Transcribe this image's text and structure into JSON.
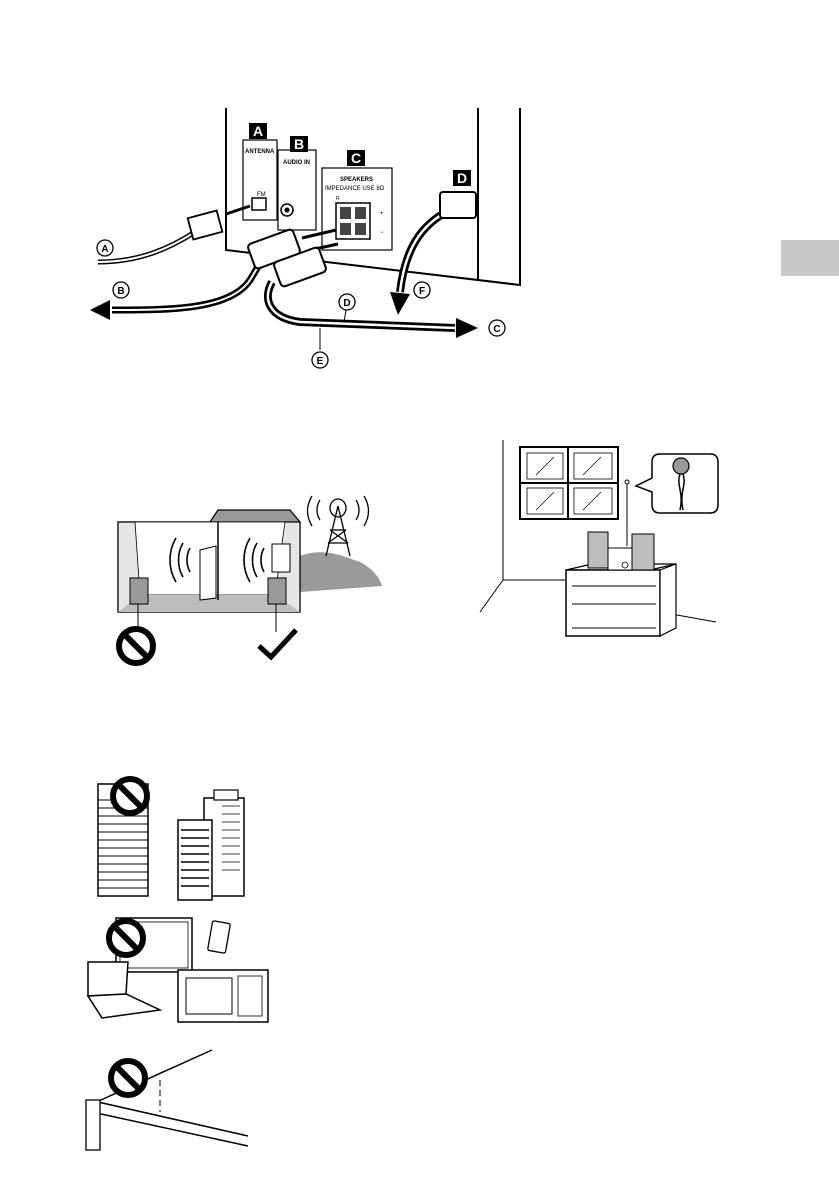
{
  "panel": {
    "labels": {
      "a": "A",
      "b": "B",
      "c": "C",
      "d": "D"
    },
    "antenna": "ANTENNA",
    "fm": "FM",
    "audio_in": "AUDIO IN",
    "speakers": "SPEAKERS",
    "impedance": "IMPEDANCE USE 8Ω",
    "r": "R",
    "plus": "+",
    "minus": "−"
  },
  "callouts": {
    "a": "A",
    "b": "B",
    "c": "C",
    "d": "D",
    "e": "E",
    "f": "F"
  },
  "colors": {
    "ink": "#000000",
    "tab": "#c8c8c8",
    "wall": "#e6e6e6",
    "floor": "#bdbdbd",
    "shade": "#9a9a9a"
  },
  "icons": {
    "prohibited": "prohibited-icon",
    "check": "check-icon",
    "arrow": "arrow-icon"
  }
}
